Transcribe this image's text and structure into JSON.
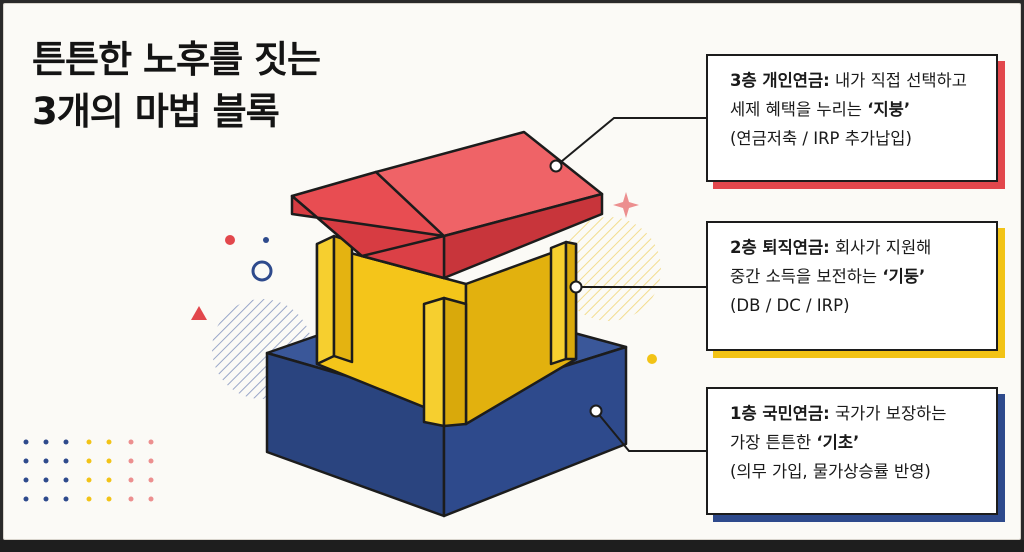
{
  "title": {
    "line1": "튼튼한 노후를 짓는",
    "line2": "3개의 마법 블록"
  },
  "colors": {
    "roof": "#e2474c",
    "pillar": "#f2c316",
    "foundation": "#2e4a8c",
    "outline": "#1c1c1c",
    "background": "#fbfaf6"
  },
  "callouts": [
    {
      "heading": "3층 개인연금:",
      "line1_rest": " 내가 직접 선택하고",
      "line2_pre": "세제 혜택을 누리는 ",
      "highlight": "‘지붕’",
      "line3": "(연금저축 / IRP 추가납입)"
    },
    {
      "heading": "2층 퇴직연금:",
      "line1_rest": " 회사가 지원해",
      "line2_pre": "중간 소득을 보전하는 ",
      "highlight": "‘기둥’",
      "line3": "(DB / DC / IRP)"
    },
    {
      "heading": "1층 국민연금:",
      "line1_rest": " 국가가 보장하는",
      "line2_pre": "가장 튼튼한 ",
      "highlight": "‘기초’",
      "line3": "(의무 가입, 물가상승률 반영)"
    }
  ],
  "icons": {
    "roof": "roof-block-icon",
    "pillar": "pillar-block-icon",
    "foundation": "foundation-block-icon",
    "sparkle": "sparkle-icon"
  }
}
